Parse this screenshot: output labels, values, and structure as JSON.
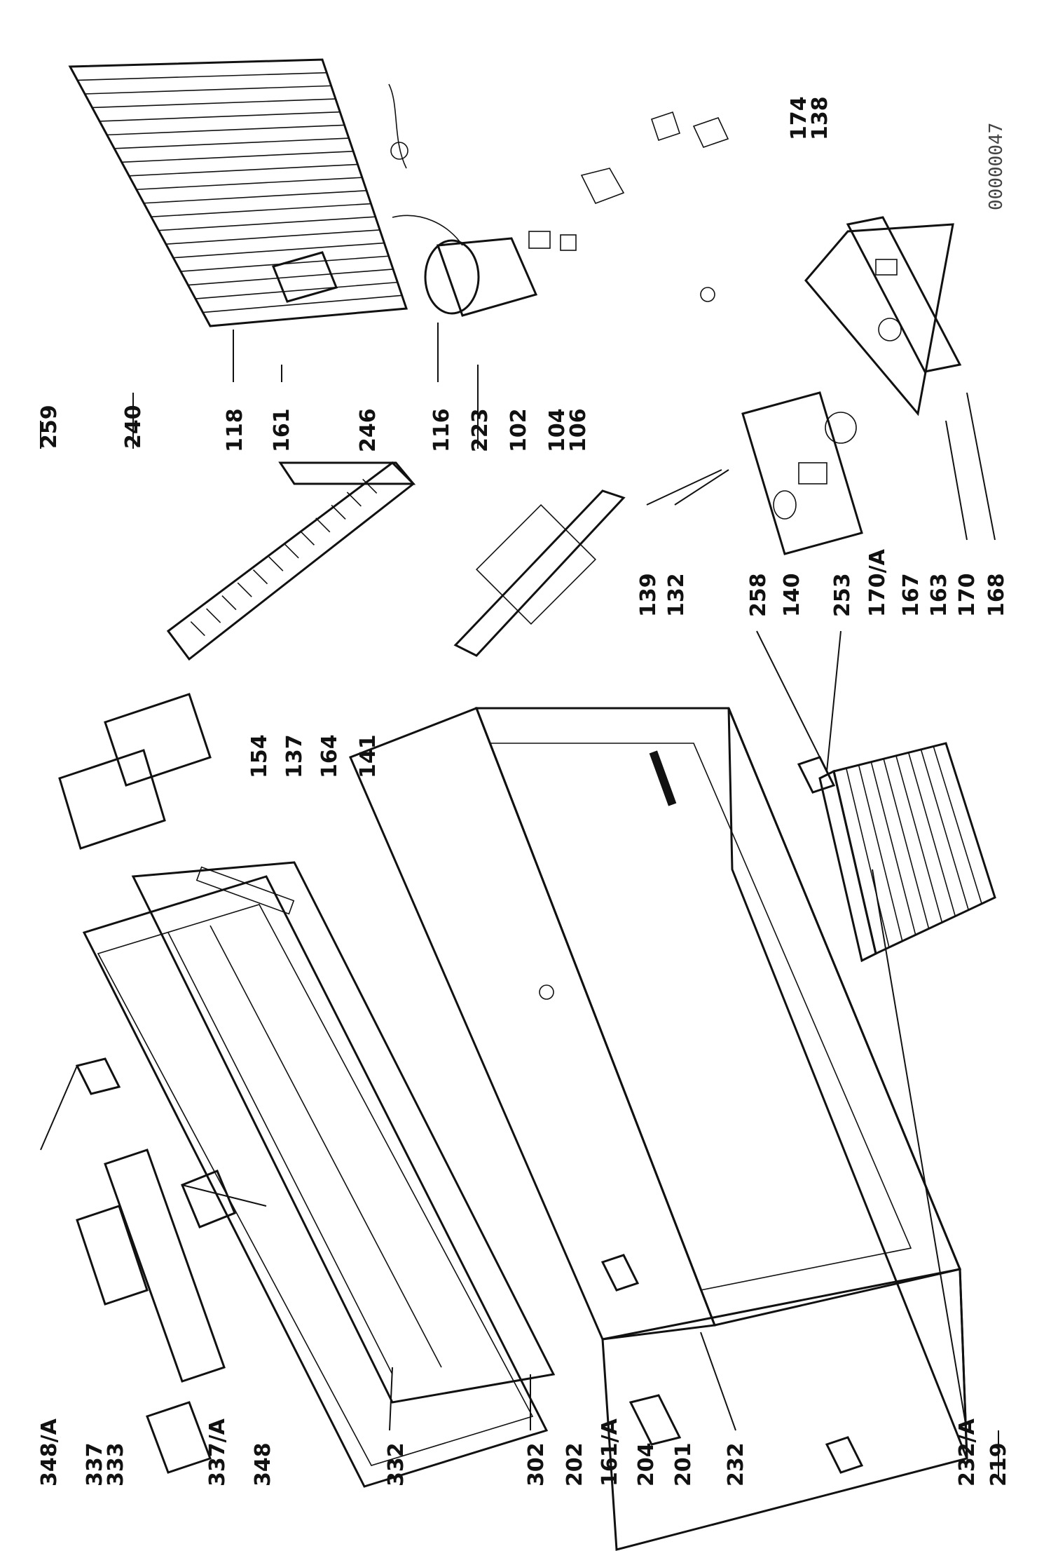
{
  "document_id": "00000047",
  "callouts": [
    {
      "id": "c-259",
      "text": "259"
    },
    {
      "id": "c-240",
      "text": "240"
    },
    {
      "id": "c-118",
      "text": "118"
    },
    {
      "id": "c-161",
      "text": "161"
    },
    {
      "id": "c-246",
      "text": "246"
    },
    {
      "id": "c-116",
      "text": "116"
    },
    {
      "id": "c-223",
      "text": "223"
    },
    {
      "id": "c-102",
      "text": "102"
    },
    {
      "id": "c-104",
      "text": "104"
    },
    {
      "id": "c-106",
      "text": "106"
    },
    {
      "id": "c-174",
      "text": "174"
    },
    {
      "id": "c-138",
      "text": "138"
    },
    {
      "id": "c-139",
      "text": "139"
    },
    {
      "id": "c-132",
      "text": "132"
    },
    {
      "id": "c-258",
      "text": "258"
    },
    {
      "id": "c-140",
      "text": "140"
    },
    {
      "id": "c-253",
      "text": "253"
    },
    {
      "id": "c-170a",
      "text": "170/A"
    },
    {
      "id": "c-167",
      "text": "167"
    },
    {
      "id": "c-163",
      "text": "163"
    },
    {
      "id": "c-170",
      "text": "170"
    },
    {
      "id": "c-168",
      "text": "168"
    },
    {
      "id": "c-154",
      "text": "154"
    },
    {
      "id": "c-137",
      "text": "137"
    },
    {
      "id": "c-164",
      "text": "164"
    },
    {
      "id": "c-141",
      "text": "141"
    },
    {
      "id": "c-348a",
      "text": "348/A"
    },
    {
      "id": "c-337",
      "text": "337"
    },
    {
      "id": "c-333",
      "text": "333"
    },
    {
      "id": "c-337a",
      "text": "337/A"
    },
    {
      "id": "c-348",
      "text": "348"
    },
    {
      "id": "c-332",
      "text": "332"
    },
    {
      "id": "c-302",
      "text": "302"
    },
    {
      "id": "c-202",
      "text": "202"
    },
    {
      "id": "c-161a",
      "text": "161/A"
    },
    {
      "id": "c-204",
      "text": "204"
    },
    {
      "id": "c-201",
      "text": "201"
    },
    {
      "id": "c-232",
      "text": "232"
    },
    {
      "id": "c-232a",
      "text": "232/A"
    },
    {
      "id": "c-219",
      "text": "219"
    }
  ]
}
